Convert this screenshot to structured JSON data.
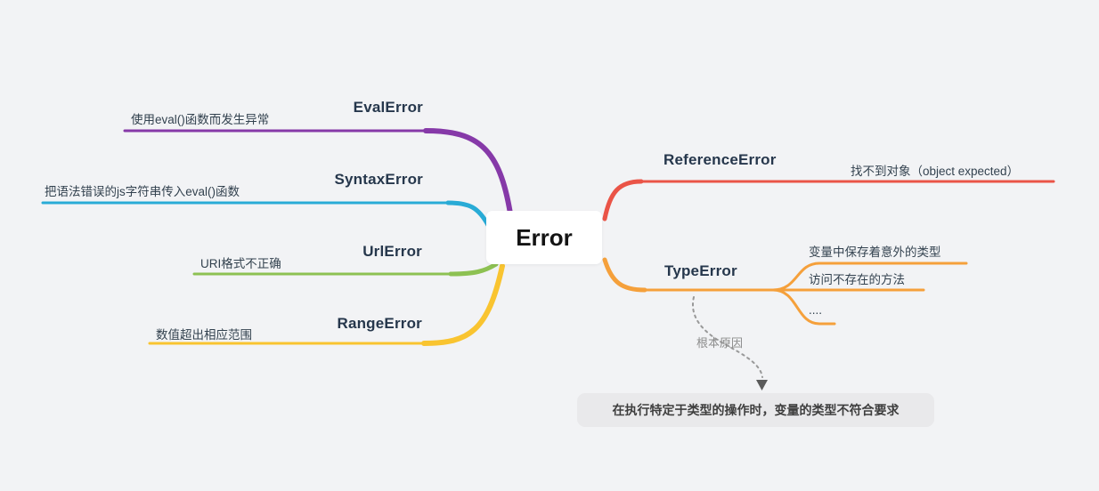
{
  "diagram": {
    "background": "#F2F3F5",
    "center": {
      "label": "Error"
    },
    "branches": {
      "eval": {
        "title": "EvalError",
        "label": "使用eval()函数而发生异常",
        "color": "#8639A8"
      },
      "syntax": {
        "title": "SyntaxError",
        "label": "把语法错误的js字符串传入eval()函数",
        "color": "#29ABD6"
      },
      "uri": {
        "title": "UrlError",
        "label": "URI格式不正确",
        "color": "#8DC152"
      },
      "range": {
        "title": "RangeError",
        "label": "数值超出相应范围",
        "color": "#F9C430"
      },
      "reference": {
        "title": "ReferenceError",
        "label": "找不到对象（object expected）",
        "color": "#EA5447"
      },
      "type": {
        "title": "TypeError",
        "color": "#F5A03B",
        "children": [
          "变量中保存着意外的类型",
          "访问不存在的方法",
          "...."
        ]
      }
    },
    "note": {
      "arrow_label": "根本原因",
      "arrow_color": "#999999",
      "text": "在执行特定于类型的操作时，变量的类型不符合要求"
    }
  }
}
